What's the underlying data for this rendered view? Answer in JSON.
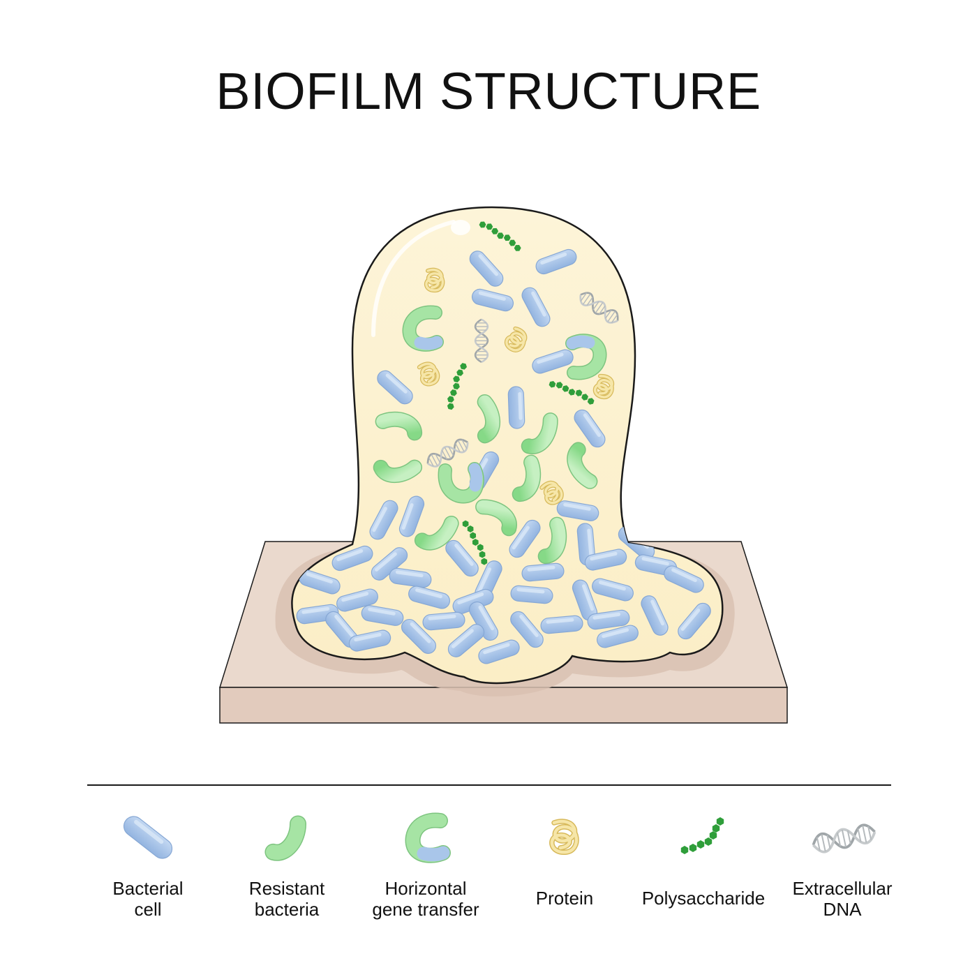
{
  "title": "BIOFILM STRUCTURE",
  "colors": {
    "bacterial_cell": "#a9c6ea",
    "resistant_bacteria": "#a6e4a4",
    "biofilm_matrix": "#fdf4d6",
    "substrate_top": "#ead9cd",
    "substrate_front": "#e2cbbd",
    "polysaccharide": "#2f9e3a",
    "protein": "#f0d98a",
    "dna": "#b9bdc0"
  },
  "legend": [
    {
      "id": "bacterial-cell",
      "label": "Bacterial\ncell",
      "icon": "bacterial-cell-icon"
    },
    {
      "id": "resistant-bacteria",
      "label": "Resistant\nbacteria",
      "icon": "resistant-bacteria-icon"
    },
    {
      "id": "horizontal-gene-transfer",
      "label": "Horizontal\ngene transfer",
      "icon": "horizontal-gene-transfer-icon"
    },
    {
      "id": "protein",
      "label": "Protein",
      "icon": "protein-icon"
    },
    {
      "id": "polysaccharide",
      "label": "Polysaccharide",
      "icon": "polysaccharide-icon"
    },
    {
      "id": "extracellular-dna",
      "label": "Extracellular\nDNA",
      "icon": "extracellular-dna-icon"
    }
  ]
}
